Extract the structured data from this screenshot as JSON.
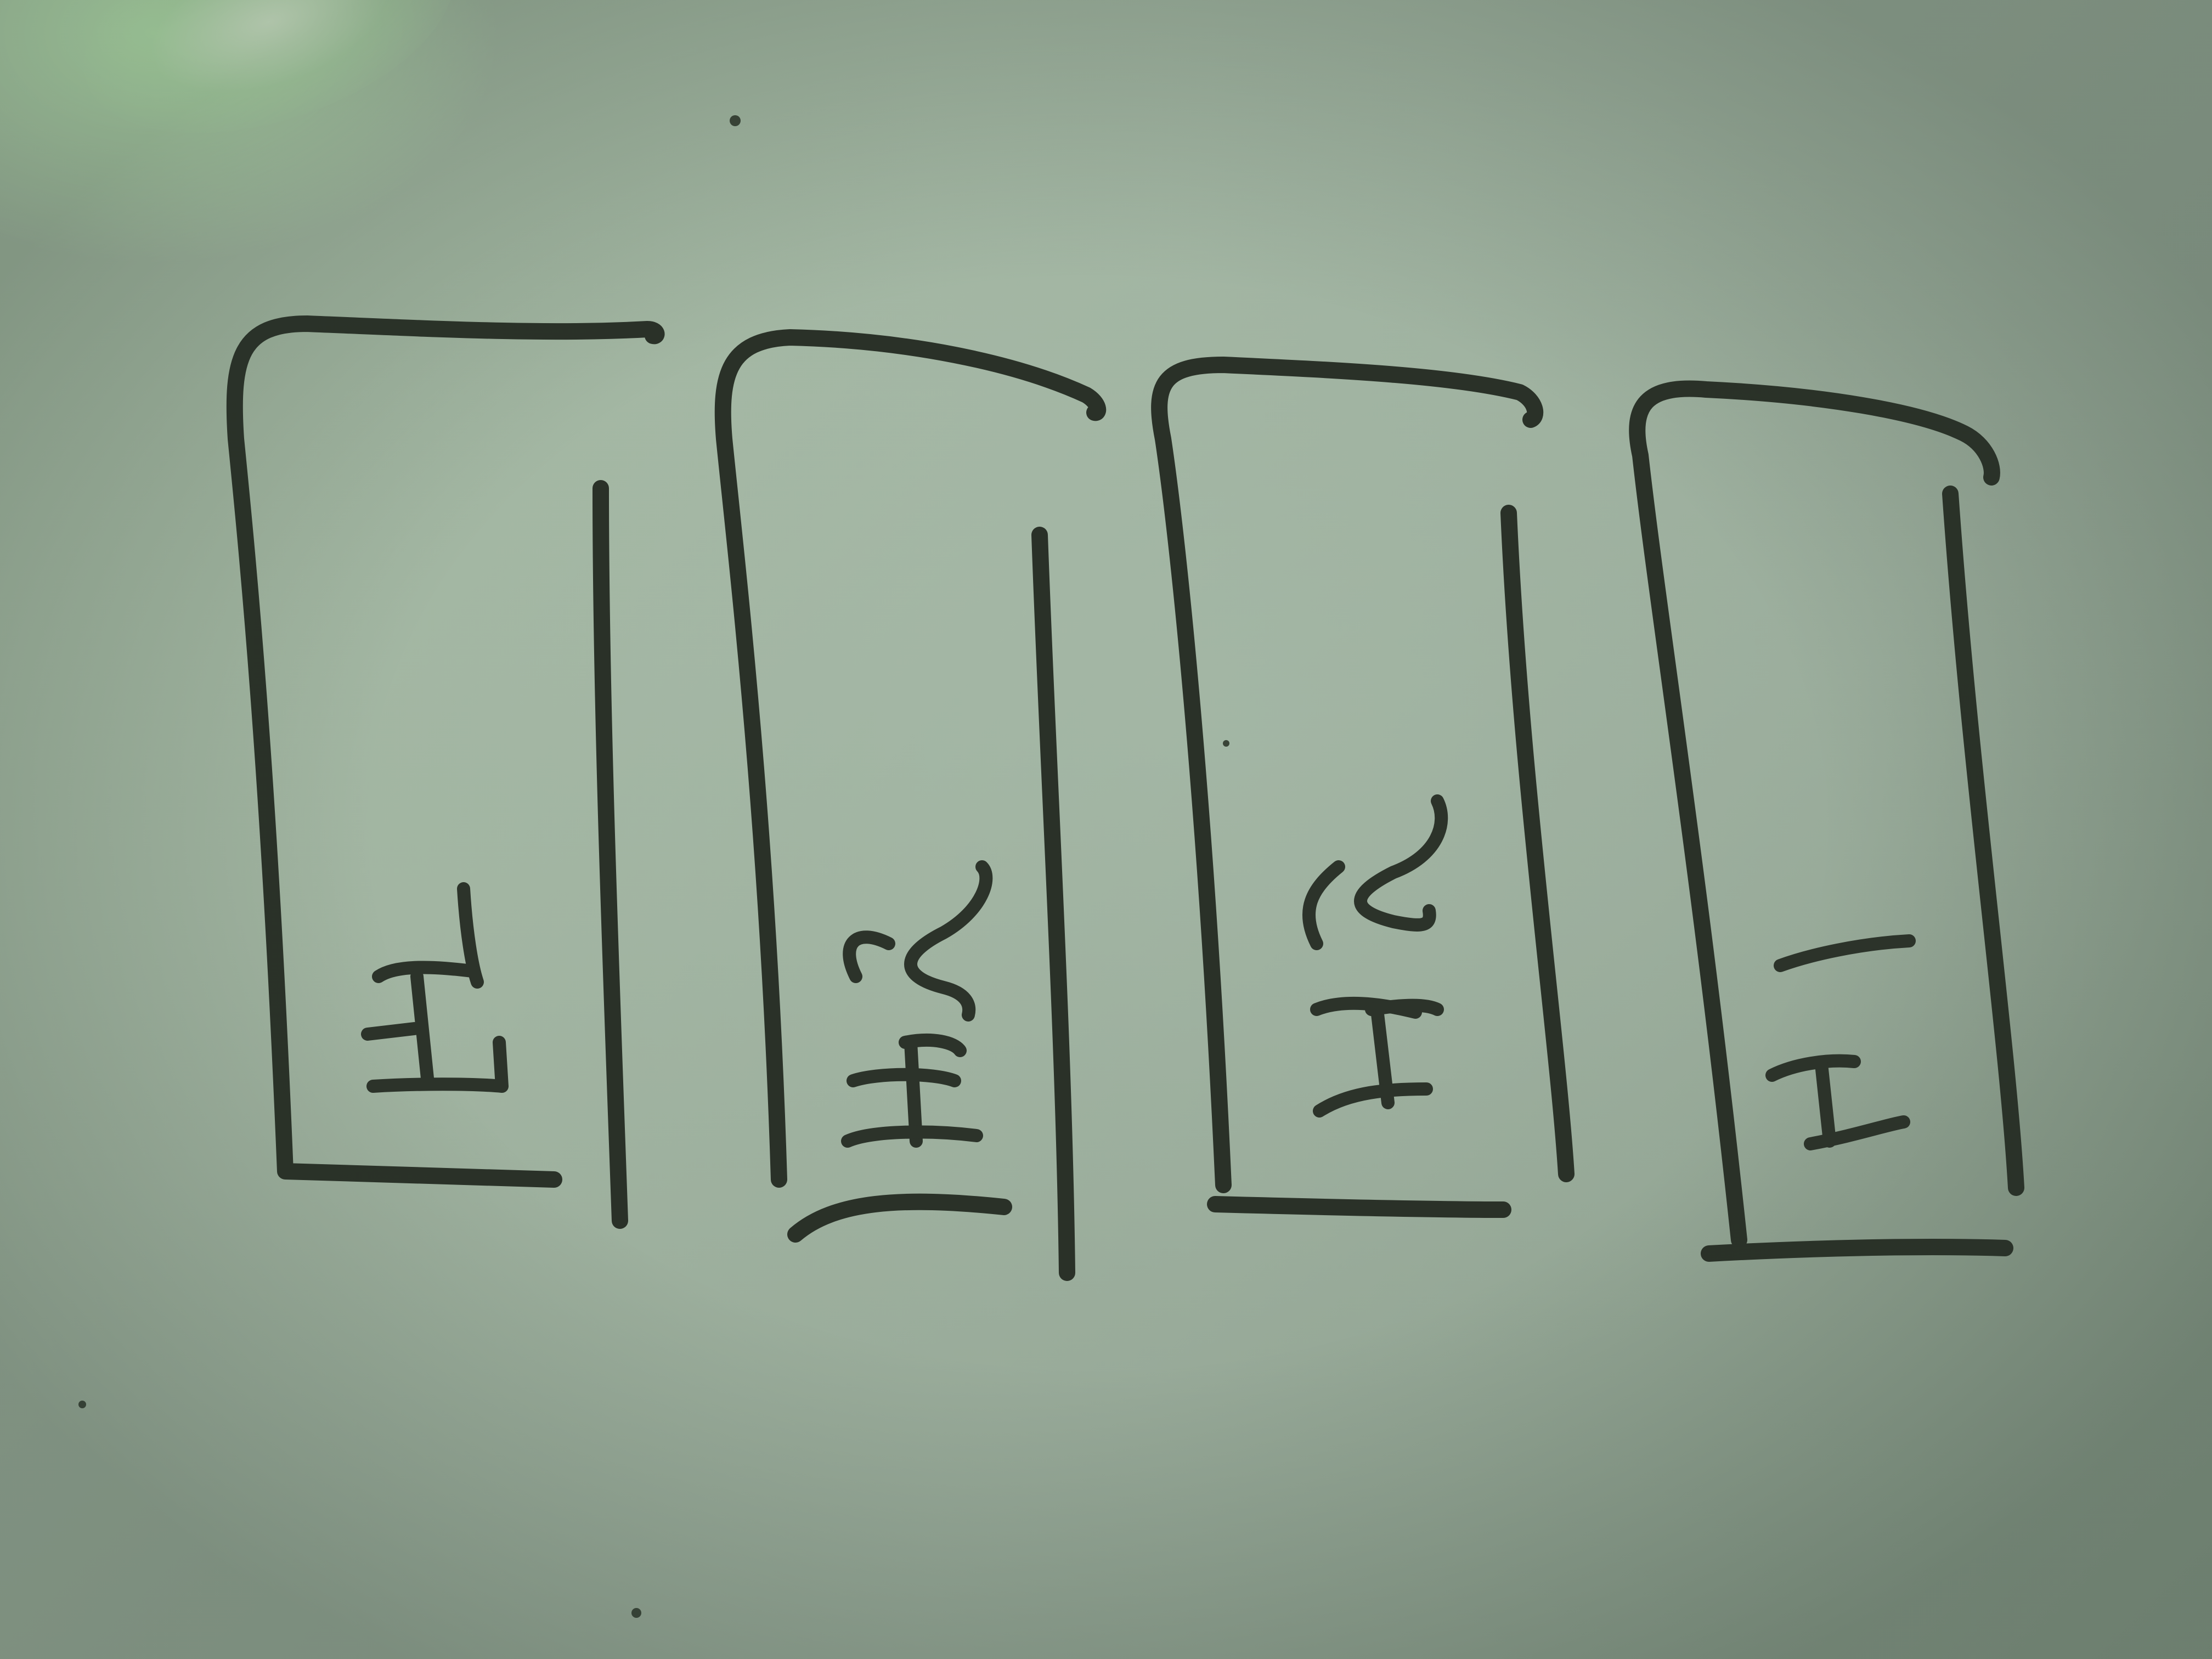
{
  "scene": {
    "description_colors": {
      "board": "#a1b4a1",
      "ink": "#2a3128",
      "glare": "#d8f5cc"
    },
    "cards": [
      {
        "id": "card-1",
        "value": 1,
        "orientation": "rotated-90"
      },
      {
        "id": "card-2",
        "value": 2,
        "orientation": "rotated-90"
      },
      {
        "id": "card-3",
        "value": 2,
        "orientation": "rotated-90"
      },
      {
        "id": "card-4",
        "value": 1,
        "orientation": "rotated-90"
      }
    ]
  }
}
